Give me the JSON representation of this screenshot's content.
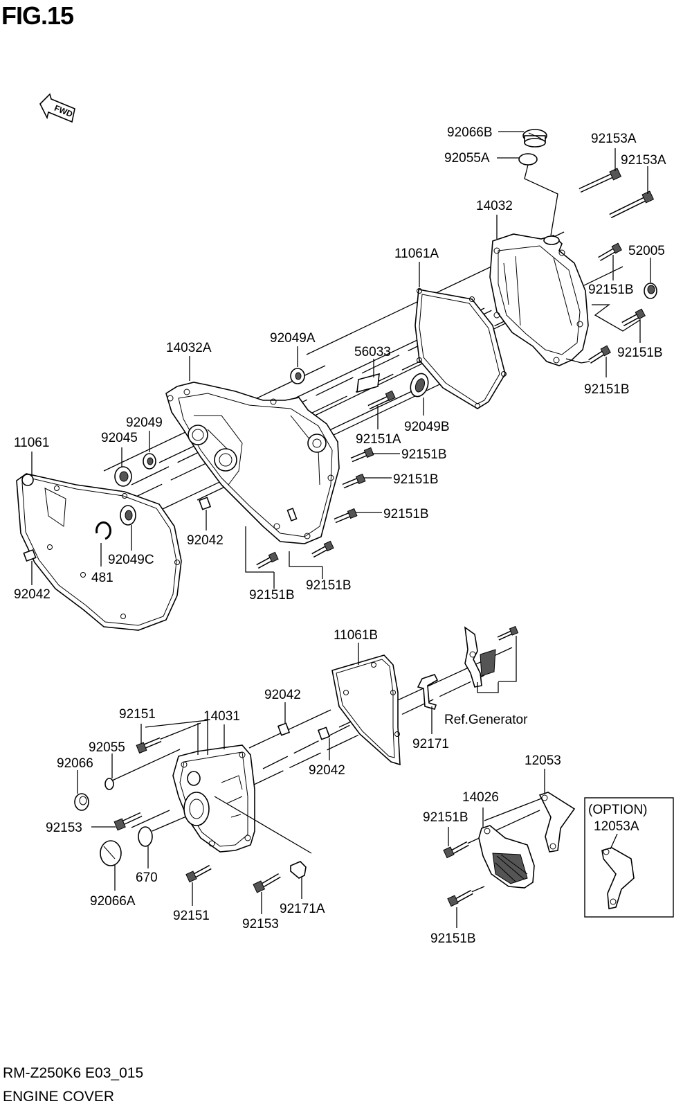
{
  "header": {
    "figure": "FIG.15",
    "fwd": "FWD"
  },
  "footer": {
    "model_code": "RM-Z250K6 E03_015",
    "section_name": "ENGINE COVER"
  },
  "labels": {
    "l92066B": "92066B",
    "l92055A": "92055A",
    "l92153A_1": "92153A",
    "l92153A_2": "92153A",
    "l14032": "14032",
    "l52005": "52005",
    "l11061A": "11061A",
    "l92151B_1": "92151B",
    "l92151B_2": "92151B",
    "l92151B_3": "92151B",
    "l14032A": "14032A",
    "l92049A": "92049A",
    "l56033": "56033",
    "l92049": "92049",
    "l92045": "92045",
    "l11061": "11061",
    "l92049B": "92049B",
    "l92151A": "92151A",
    "l92151B_4": "92151B",
    "l92151B_5": "92151B",
    "l92151B_6": "92151B",
    "l92042_1": "92042",
    "l92049C": "92049C",
    "l481": "481",
    "l92042_2": "92042",
    "l92151B_7": "92151B",
    "l92151B_8": "92151B",
    "l11061B": "11061B",
    "l92042_3": "92042",
    "l92151_1": "92151",
    "l14031": "14031",
    "l92055": "92055",
    "l92066": "92066",
    "l92042_4": "92042",
    "l92171": "92171",
    "lRefGen": "Ref.Generator",
    "l12053": "12053",
    "l14026": "14026",
    "l92151B_9": "92151B",
    "lOption": "(OPTION)",
    "l12053A": "12053A",
    "l92153_1": "92153",
    "l670": "670",
    "l92066A": "92066A",
    "l92151_2": "92151",
    "l92153_2": "92153",
    "l92171A": "92171A",
    "l92151B_10": "92151B"
  }
}
